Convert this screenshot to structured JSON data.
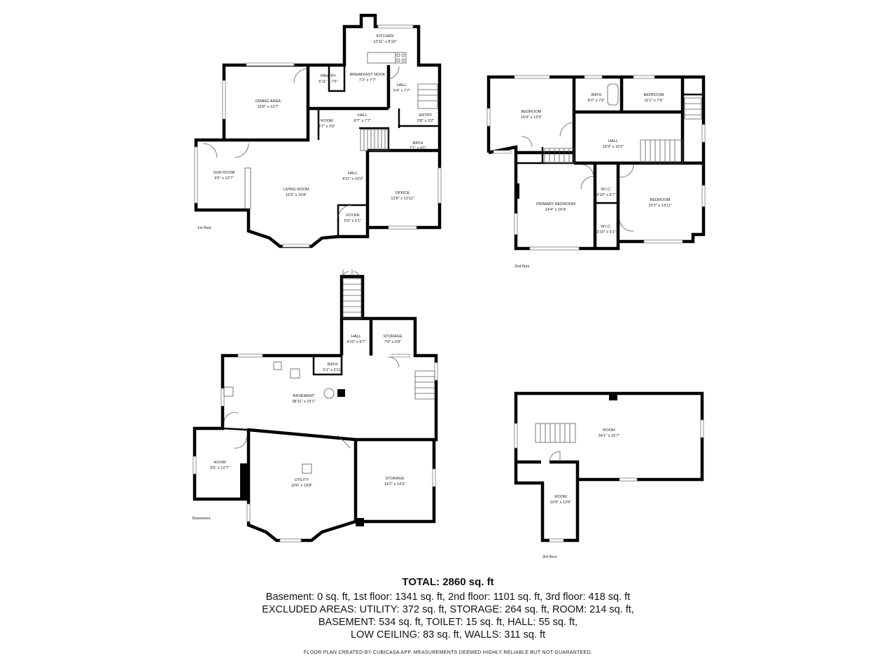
{
  "floors": [
    {
      "label": "1st floor",
      "rooms": [
        {
          "name": "KITCHEN",
          "size": "12'11\" x 8'10\""
        },
        {
          "name": "PANTRY",
          "size": "5'11\" x 7'6\""
        },
        {
          "name": "BREAKFAST NOOK",
          "size": "7'2\" x 7'7\""
        },
        {
          "name": "HALL",
          "size": "5'4\" x 7'7\""
        },
        {
          "name": "DINING AREA",
          "size": "15'8\" x 13'7\""
        },
        {
          "name": "ROOM",
          "size": "4'7\" x 5'6\""
        },
        {
          "name": "HALL",
          "size": "8'7\" x 7'7\""
        },
        {
          "name": "ENTRY",
          "size": "3'8\" x 3'2\""
        },
        {
          "name": "BATH",
          "size": "7'1\" x 4'1\""
        },
        {
          "name": "SUN ROOM",
          "size": "9'5\" x 12'7\""
        },
        {
          "name": "HALL",
          "size": "4'11\" x 10'3\""
        },
        {
          "name": "LIVING ROOM",
          "size": "16'0\" x 19'8\""
        },
        {
          "name": "OFFICE",
          "size": "12'8\" x 13'11\""
        },
        {
          "name": "FOYER",
          "size": "5'0\" x 5'1\""
        }
      ]
    },
    {
      "label": "2nd floor",
      "rooms": [
        {
          "name": "BEDROOM",
          "size": "15'4\" x 13'3\""
        },
        {
          "name": "BATH",
          "size": "8'2\" x 7'6\""
        },
        {
          "name": "BEDROOM",
          "size": "11'1\" x 7'6\""
        },
        {
          "name": "HALL",
          "size": "16'9\" x 10'2\""
        },
        {
          "name": "PRIMARY BEDROOM",
          "size": "14'4\" x 15'4\""
        },
        {
          "name": "W.I.C.",
          "size": "3'10\" x 5'7\""
        },
        {
          "name": "W.I.C.",
          "size": "3'10\" x 6'1\""
        },
        {
          "name": "BEDROOM",
          "size": "15'2\" x 13'11\""
        }
      ]
    },
    {
      "label": "Basement",
      "rooms": [
        {
          "name": "HALL",
          "size": "4'10\" x 6'7\""
        },
        {
          "name": "STORAGE",
          "size": "7'9\" x 6'8\""
        },
        {
          "name": "BATH",
          "size": "5'1\" x 2'11\""
        },
        {
          "name": "BASEMENT",
          "size": "38'11\" x 15'1\""
        },
        {
          "name": "ROOM",
          "size": "9'5\" x 12'7\""
        },
        {
          "name": "UTILITY",
          "size": "19'6\" x 19'8\""
        },
        {
          "name": "STORAGE",
          "size": "14'2\" x 14'3\""
        }
      ]
    },
    {
      "label": "3rd floor",
      "rooms": [
        {
          "name": "ROOM",
          "size": "34'1\" x 15'7\""
        },
        {
          "name": "ROOM",
          "size": "10'9\" x 13'6\""
        }
      ]
    }
  ],
  "summary": {
    "total": "TOTAL: 2860 sq. ft",
    "lines": [
      "Basement: 0 sq. ft, 1st floor: 1341 sq. ft, 2nd floor: 1101 sq. ft, 3rd floor: 418 sq. ft",
      "EXCLUDED AREAS: UTILITY: 372 sq. ft, STORAGE: 264 sq. ft, ROOM: 214 sq. ft,",
      "BASEMENT: 534 sq. ft, TOILET: 15 sq. ft, HALL: 55 sq. ft,",
      "LOW CEILING: 83 sq. ft, WALLS: 311 sq. ft"
    ]
  },
  "footer": "FLOOR PLAN CREATED BY CUBICASA APP. MEASUREMENTS DEEMED HIGHLY RELIABLE BUT NOT GUARANTEED."
}
